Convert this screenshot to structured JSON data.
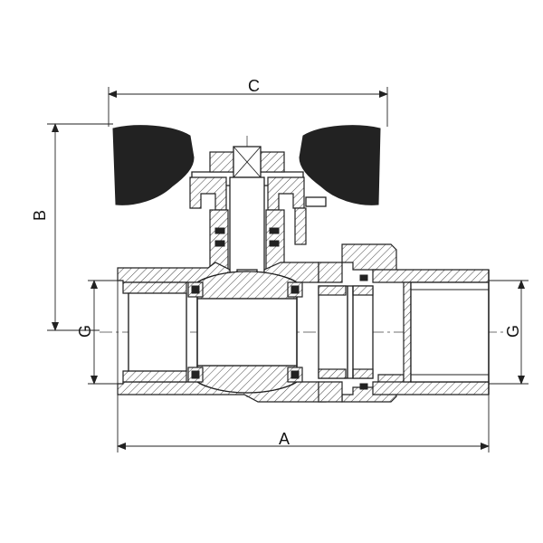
{
  "dimensions": {
    "A": "A",
    "B": "B",
    "C": "C",
    "G_left": "G",
    "G_right": "G"
  },
  "colors": {
    "line": "#222222",
    "background": "#ffffff"
  }
}
